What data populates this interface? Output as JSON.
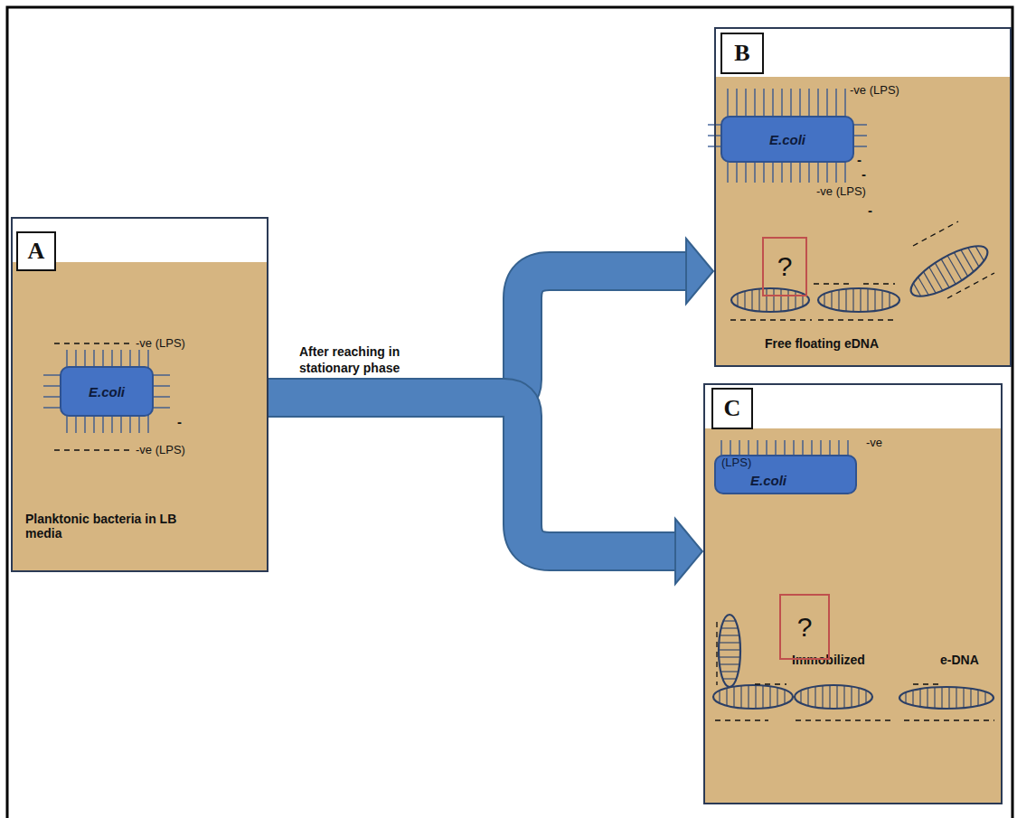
{
  "diagram": {
    "nodes": [
      {
        "text": [
          "Planktonic bacteria in LB media"
        ]
      },
      {
        "text": [
          "A"
        ],
        "in": 0
      },
      {
        "text": [
          "E.coli"
        ],
        "in": 0
      },
      {
        "text": [
          "Free floating eDNA"
        ]
      },
      {
        "text": [
          "B"
        ],
        "in": 3
      },
      {
        "text": [
          "E.coli"
        ],
        "in": 3
      },
      {
        "text": [
          "?"
        ],
        "in": 3
      },
      {
        "text": [
          "Immobilized",
          "e-DNA"
        ]
      },
      {
        "text": [
          "C"
        ],
        "in": 7
      },
      {
        "text": [
          "(LPS)",
          "E.coli"
        ],
        "in": 7
      },
      {
        "text": [
          "?"
        ],
        "in": 7
      }
    ],
    "edges": [
      {
        "from": 0,
        "to": 3,
        "arrow": "to",
        "label": "After reaching in stationary phase"
      },
      {
        "from": 0,
        "to": 7,
        "arrow": "to"
      }
    ],
    "labels": [
      "-ve (LPS)",
      "-ve (LPS)",
      "-",
      "-ve (LPS)",
      "-",
      "-",
      "-ve (LPS)",
      "-",
      "-ve"
    ]
  }
}
